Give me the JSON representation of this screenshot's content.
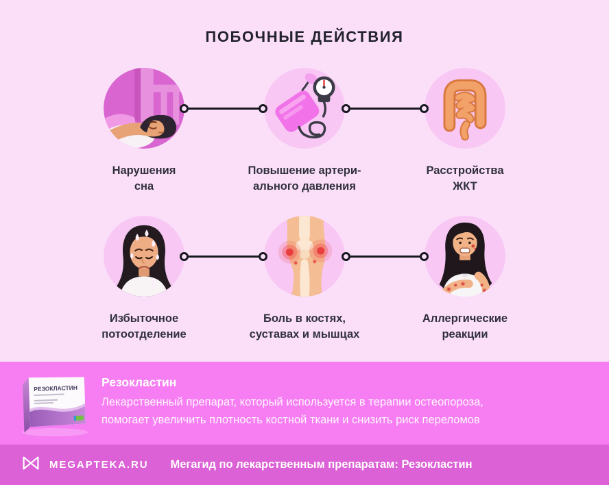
{
  "title": "ПОБОЧНЫЕ ДЕЙСТВИЯ",
  "effects": [
    {
      "icon": "sleeping-woman",
      "lines": [
        "Нарушения",
        "сна"
      ]
    },
    {
      "icon": "blood-pressure-monitor",
      "lines": [
        "Повышение артери-",
        "ального давления"
      ]
    },
    {
      "icon": "intestines",
      "lines": [
        "Расстройства",
        "ЖКТ"
      ]
    },
    {
      "icon": "sweating-woman",
      "lines": [
        "Избыточное",
        "потоотделение"
      ]
    },
    {
      "icon": "knee-pain",
      "lines": [
        "Боль в костях,",
        "суставах и мышцах"
      ]
    },
    {
      "icon": "allergic-reaction",
      "lines": [
        "Аллергические",
        "реакции"
      ]
    }
  ],
  "product": {
    "name": "Резокластин",
    "box_label": "РЕЗОКЛАСТИН",
    "description_lines": [
      "Лекарственный препарат, который используется в терапии остеопороза,",
      "помогает увеличить плотность костной ткани и снизить риск переломов"
    ]
  },
  "footer": {
    "brand": "MEGAPTEKA.RU",
    "tagline": "Мегагид по лекарственным препаратам: Резокластин"
  },
  "colors": {
    "background": "#FBDFF9",
    "band": "#F77EF2",
    "footer": "#DC60D6",
    "icon_circle_light": "#F8C7F4",
    "icon_circle_deep": "#D966D0",
    "connector": "#17171F",
    "text_dark": "#30303D",
    "text_light": "#FFFFFF"
  }
}
